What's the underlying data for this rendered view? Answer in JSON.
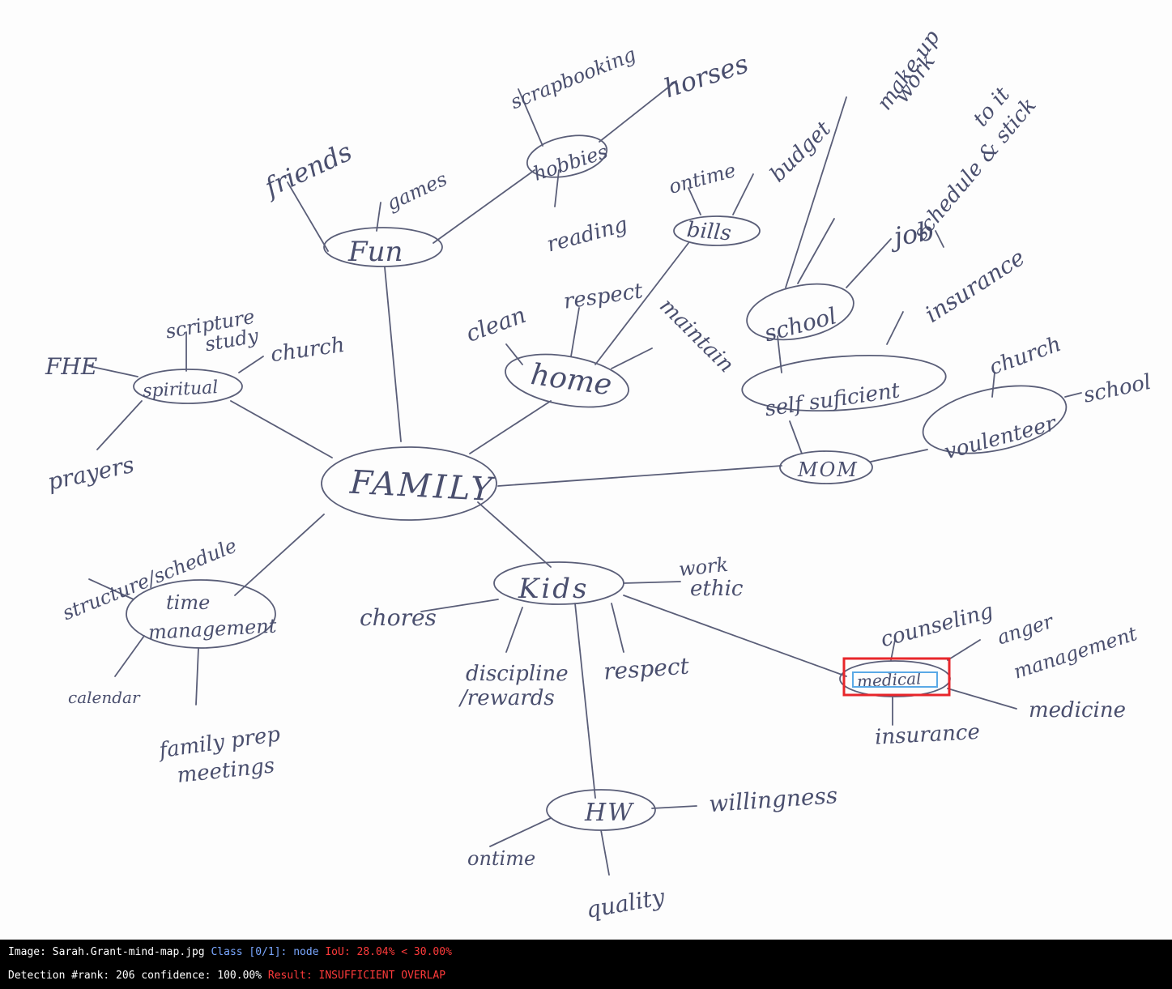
{
  "mind_map": {
    "center": "FAMILY",
    "branches": {
      "fun": {
        "label": "Fun",
        "items": [
          "friends",
          "games"
        ]
      },
      "hobbies": {
        "label": "hobbies",
        "items": [
          "scrapbooking",
          "horses",
          "reading"
        ]
      },
      "home": {
        "label": "home",
        "items": [
          "clean",
          "respect",
          "maintain"
        ]
      },
      "bills": {
        "label": "bills",
        "items": [
          "ontime",
          "budget"
        ]
      },
      "spiritual": {
        "label": "spiritual",
        "items": [
          "FHE",
          "scripture",
          "study",
          "church",
          "prayers"
        ]
      },
      "school": {
        "label": "school",
        "items": [
          "make up",
          "work",
          "schedule & stick",
          "to it",
          "job"
        ]
      },
      "self_sufficient": {
        "label": "self suficient",
        "items": [
          "insurance"
        ]
      },
      "mom": {
        "label": "MOM"
      },
      "volunteer": {
        "label": "voulenteer",
        "items": [
          "church",
          "school"
        ]
      },
      "time_management": {
        "label_line1": "time",
        "label_line2": "management",
        "items": [
          "structure/schedule",
          "calendar",
          "family prep",
          "meetings"
        ]
      },
      "kids": {
        "label": "Kids",
        "items": [
          "chores",
          "work",
          "ethic",
          "discipline",
          "/rewards",
          "respect"
        ]
      },
      "medical": {
        "label": "medical",
        "items": [
          "counseling",
          "anger",
          "management",
          "medicine",
          "insurance"
        ]
      },
      "hw": {
        "label": "HW",
        "items": [
          "willingness",
          "ontime",
          "quality"
        ]
      }
    }
  },
  "detection_overlay": {
    "gt_box_color": "#e8262b",
    "pred_box_color": "#5aa9e6"
  },
  "status": {
    "image_label": "Image:",
    "image_name": "Sarah.Grant-mind-map.jpg",
    "class_label": "Class [0/1]:",
    "class_name": "node",
    "iou_text": "IoU: 28.04% < 30.00%",
    "rank_text": "Detection #rank: 206 confidence: 100.00%",
    "result_text": "Result: INSUFFICIENT OVERLAP"
  }
}
